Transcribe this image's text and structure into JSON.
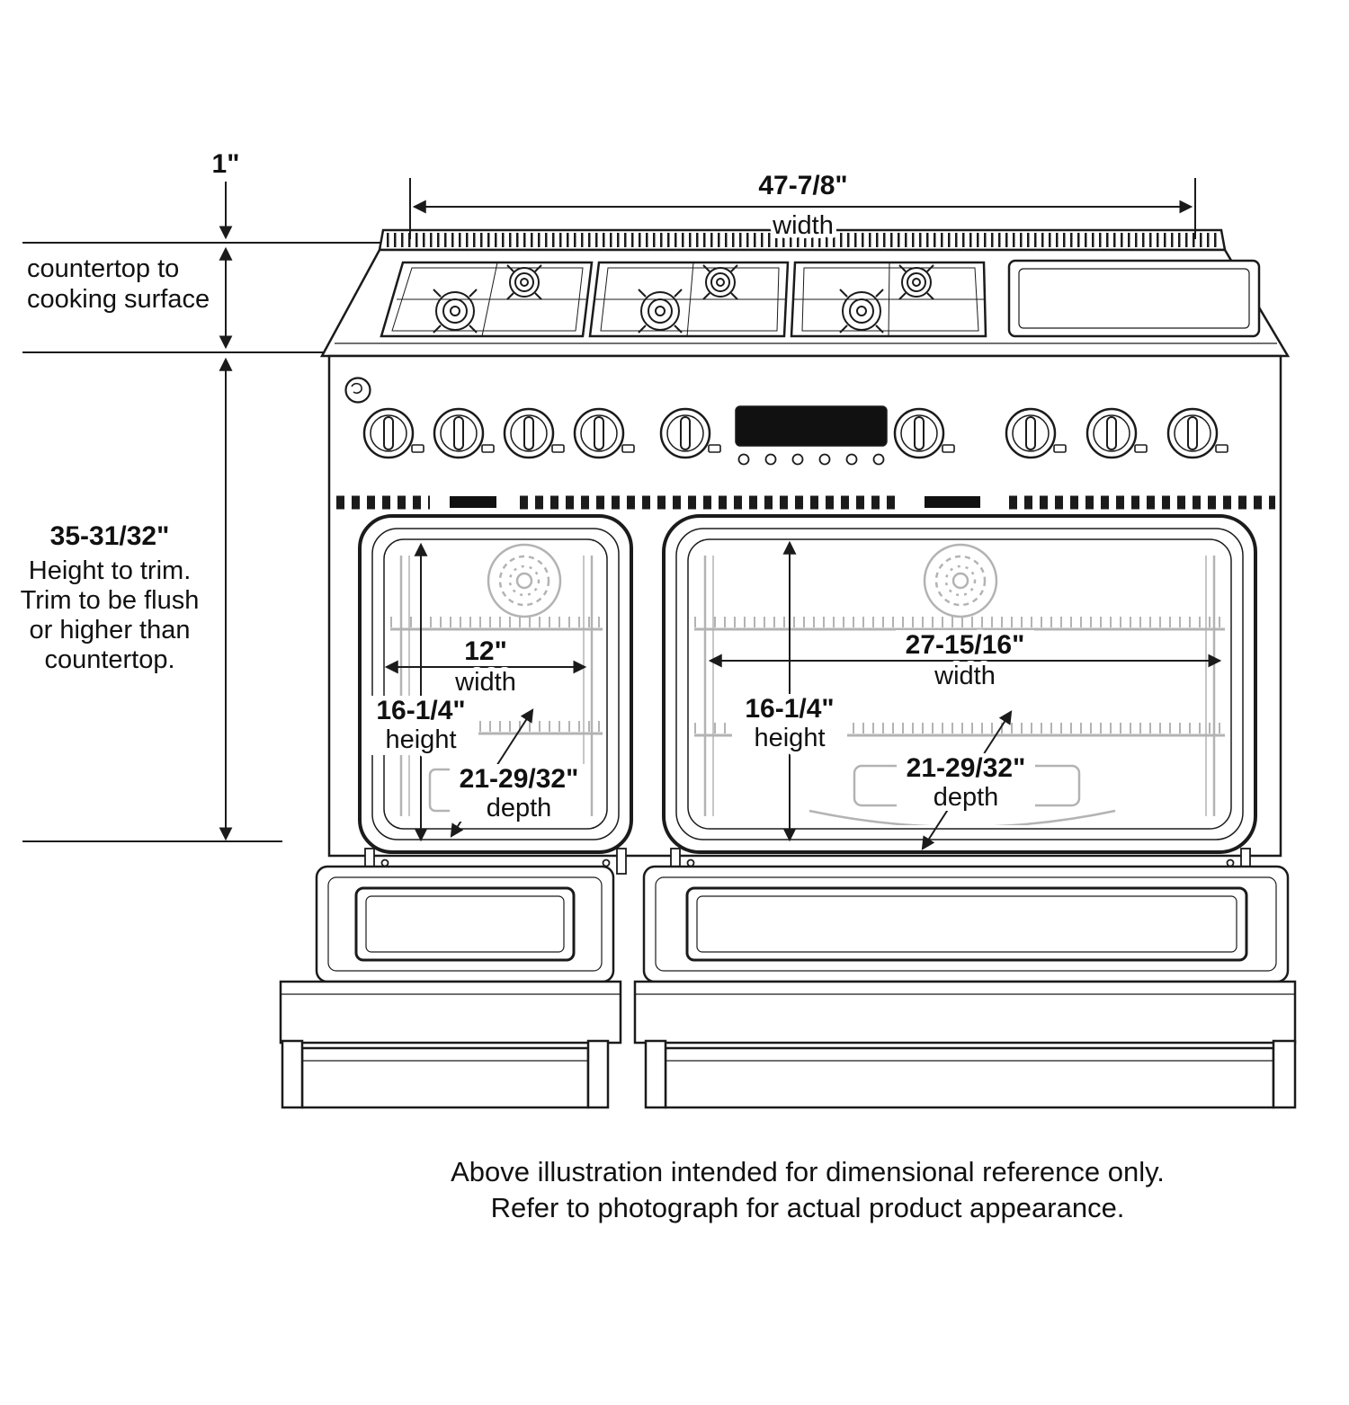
{
  "diagram": {
    "top": {
      "offset_value": "1\"",
      "width_value": "47-7/8\"",
      "width_label": "width",
      "countertop_line1": "countertop to",
      "countertop_line2": "cooking surface"
    },
    "left_column": {
      "height_value": "35-31/32\"",
      "height_line1": "Height to trim.",
      "height_line2": "Trim to be flush",
      "height_line3": "or higher than",
      "height_line4": "countertop."
    },
    "left_oven": {
      "width_value": "12\"",
      "width_label": "width",
      "height_value": "16-1/4\"",
      "height_label": "height",
      "depth_value": "21-29/32\"",
      "depth_label": "depth"
    },
    "right_oven": {
      "width_value": "27-15/16\"",
      "width_label": "width",
      "height_value": "16-1/4\"",
      "height_label": "height",
      "depth_value": "21-29/32\"",
      "depth_label": "depth"
    },
    "footer": {
      "line1": "Above illustration intended for dimensional reference only.",
      "line2": "Refer to photograph for actual product appearance."
    },
    "colors": {
      "ink": "#1b1b1b",
      "rack_gray": "#b3b3b3"
    }
  }
}
